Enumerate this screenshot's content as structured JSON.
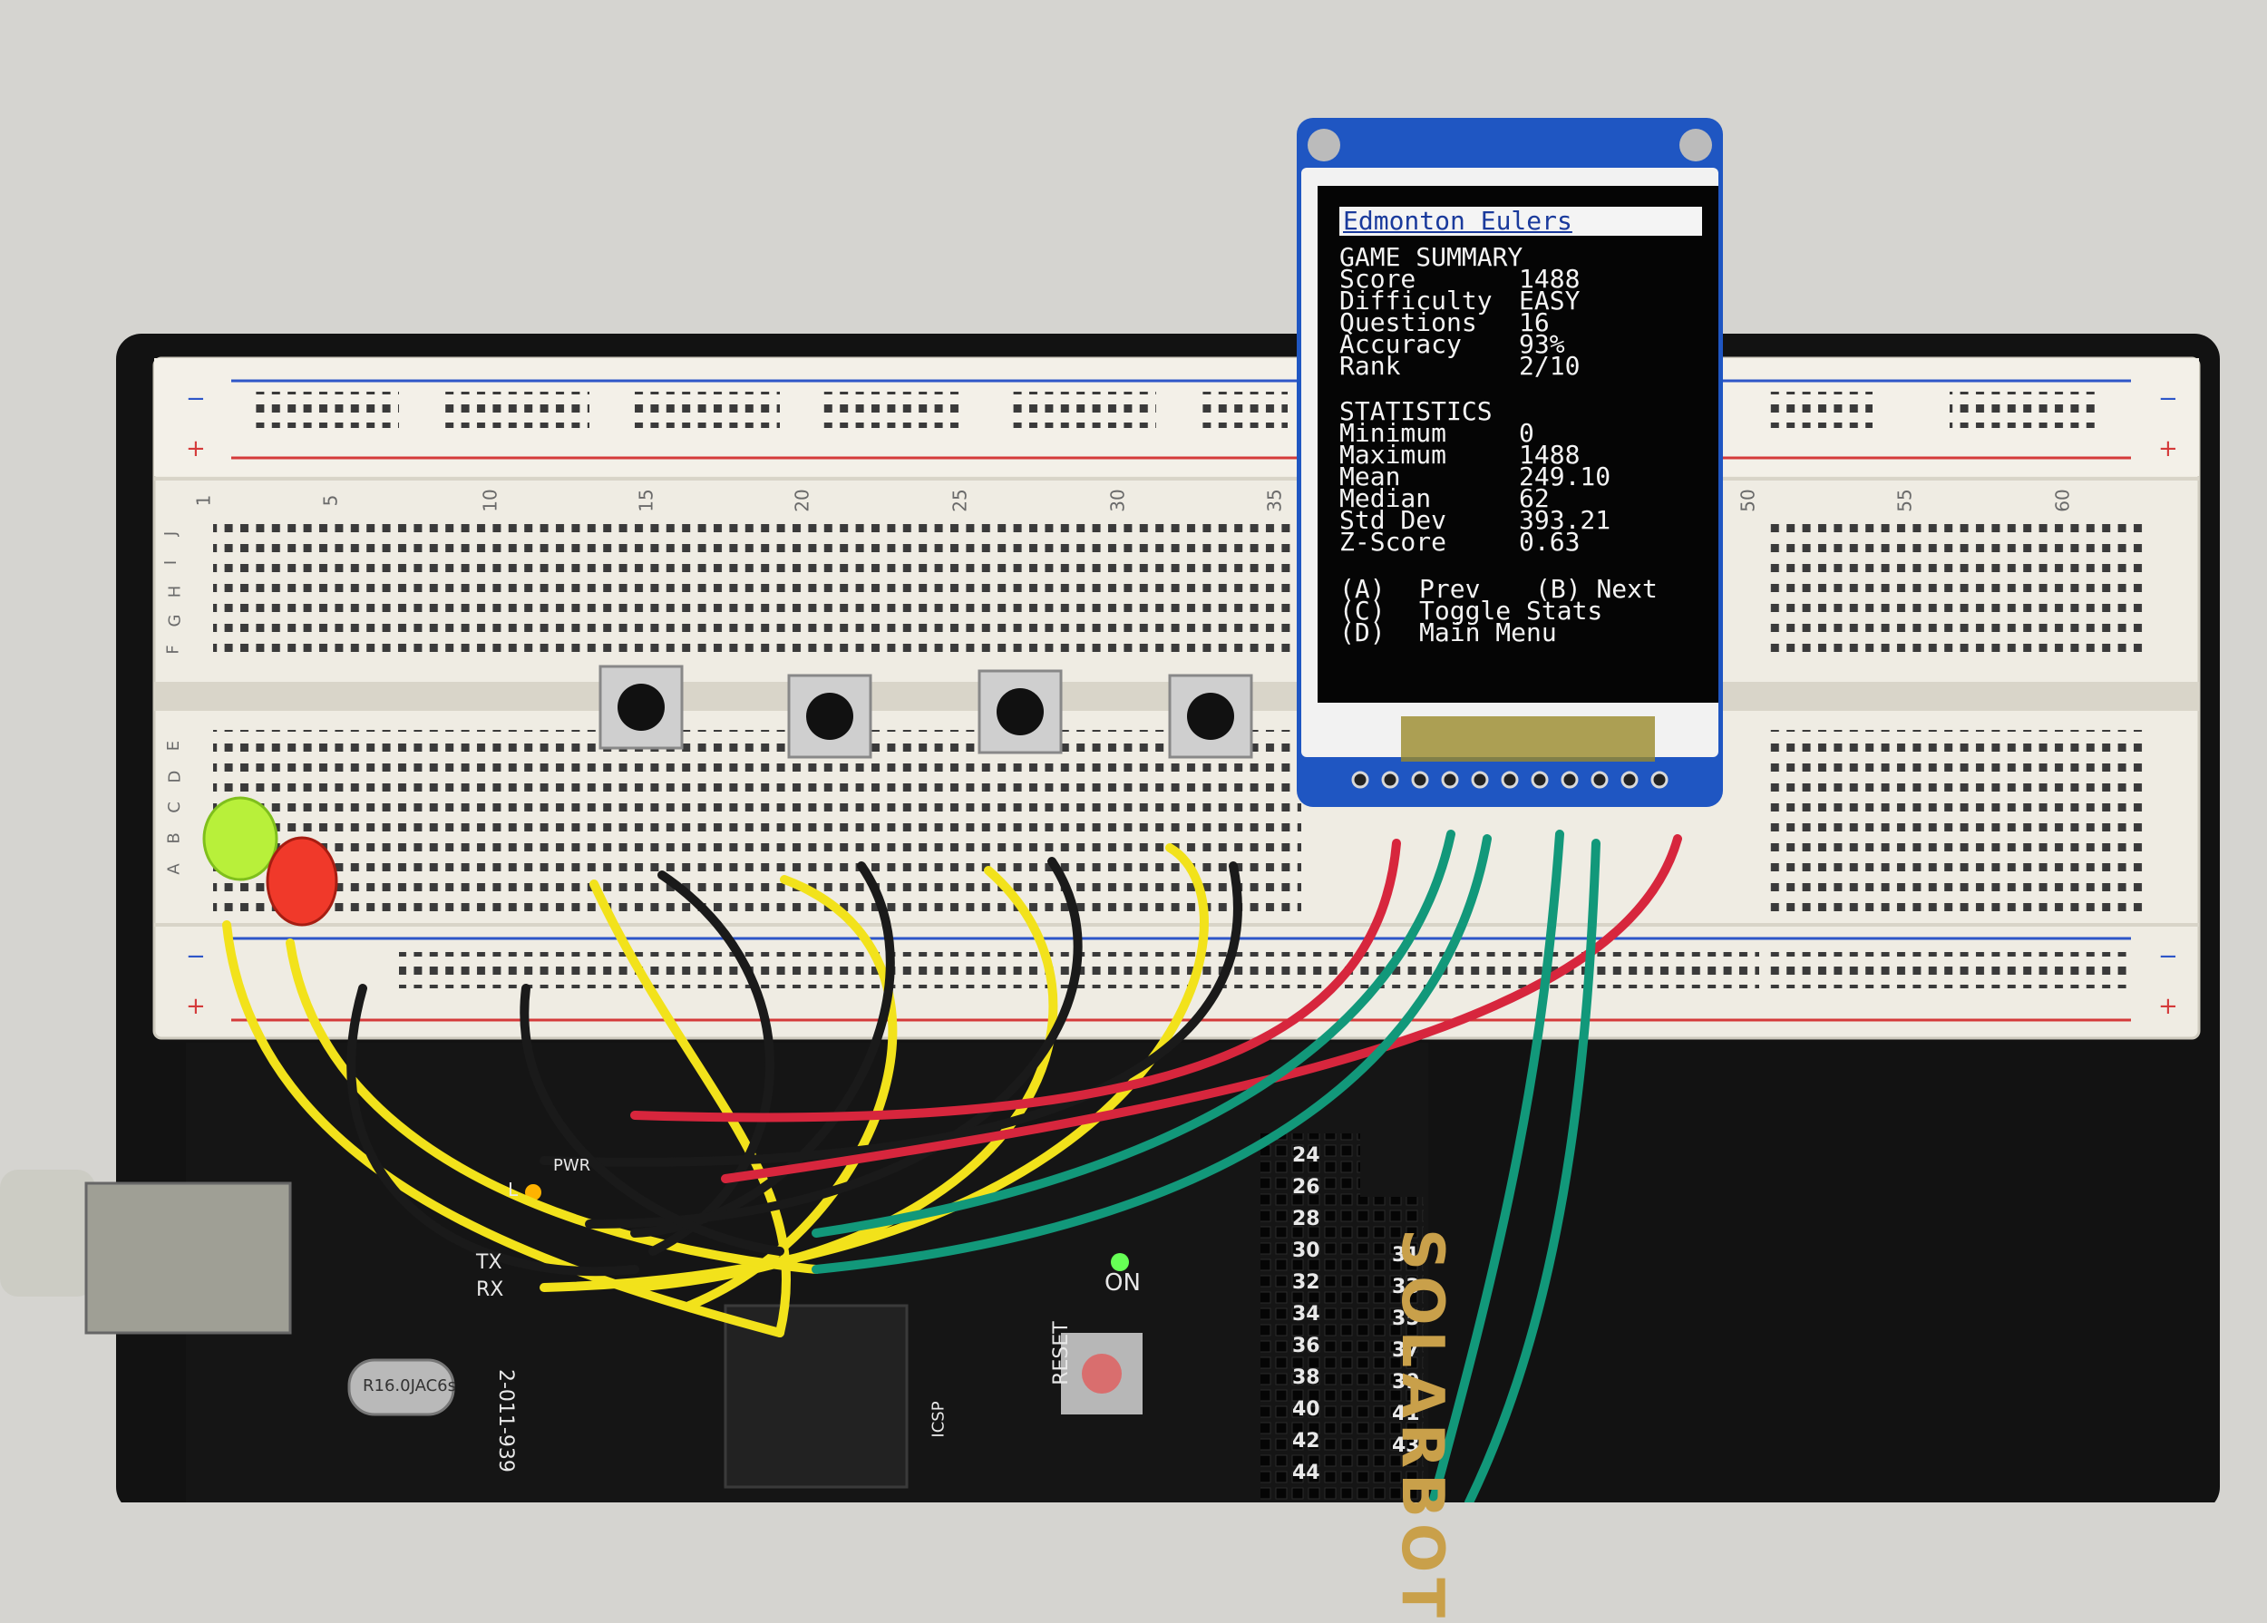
{
  "lcd": {
    "title": "Edmonton Eulers",
    "summary_header": "GAME SUMMARY",
    "summary": [
      {
        "label": "Score",
        "value": "1488"
      },
      {
        "label": "Difficulty",
        "value": "EASY"
      },
      {
        "label": "Questions",
        "value": "16"
      },
      {
        "label": "Accuracy",
        "value": "93%"
      },
      {
        "label": "Rank",
        "value": "2/10"
      }
    ],
    "stats_header": "STATISTICS",
    "stats": [
      {
        "label": "Minimum",
        "value": "0"
      },
      {
        "label": "Maximum",
        "value": "1488"
      },
      {
        "label": "Mean",
        "value": "249.10"
      },
      {
        "label": "Median",
        "value": "62"
      },
      {
        "label": "Std Dev",
        "value": "393.21"
      },
      {
        "label": "Z-Score",
        "value": "0.63"
      }
    ],
    "controls": [
      {
        "key": "(A)",
        "action": "Prev",
        "key2": "(B)",
        "action2": "Next"
      },
      {
        "key": "(C)",
        "action": "Toggle Stats"
      },
      {
        "key": "(D)",
        "action": "Main Menu"
      }
    ]
  },
  "breadboard": {
    "column_numbers": [
      "1",
      "5",
      "10",
      "15",
      "20",
      "25",
      "30",
      "35",
      "50",
      "55",
      "60"
    ],
    "row_letters_top": [
      "J",
      "I",
      "H",
      "G",
      "F"
    ],
    "row_letters_bottom": [
      "E",
      "D",
      "C",
      "B",
      "A"
    ],
    "rail_minus": "−",
    "rail_plus": "+"
  },
  "board": {
    "pin_numbers_left": [
      "24",
      "26",
      "28",
      "30",
      "32",
      "34",
      "36",
      "38",
      "40",
      "42",
      "44"
    ],
    "pin_numbers_right": [
      "31",
      "33",
      "35",
      "37",
      "39",
      "41",
      "43"
    ],
    "on_label": "ON",
    "reset_label": "RESET",
    "icsp_label": "ICSP",
    "brand_text": "SOLARBOT",
    "crystal_text": "R16.0JAC6s",
    "serial_text": "2-011-939",
    "tx_label": "TX",
    "rx_label": "RX",
    "pwr_label": "PWR",
    "l_label": "L"
  },
  "colors": {
    "wall": "#d5d4d0",
    "breadboard": "#f2efe6",
    "board": "#141414",
    "lcd_pcb": "#1f56c2",
    "lcd_screen": "#060606",
    "wire_yellow": "#f2e21b",
    "wire_black": "#1a1a1a",
    "wire_red": "#d7263d",
    "wire_green": "#12987a"
  }
}
